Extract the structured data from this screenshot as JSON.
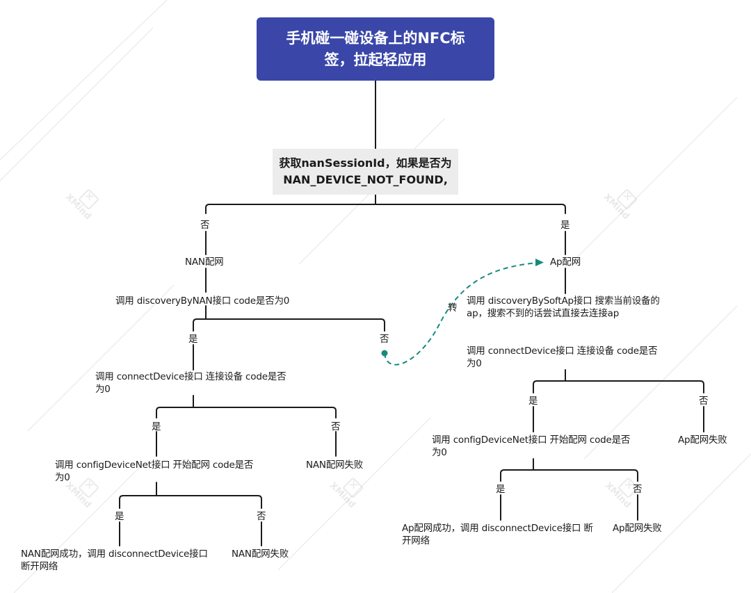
{
  "root": {
    "text": "手机碰一碰设备上的NFC标\n签，拉起轻应用"
  },
  "question": {
    "text": "获取nanSessionId，如果是否为\nNAN_DEVICE_NOT_FOUND,"
  },
  "left": {
    "branch_label": "否",
    "title": "NAN配网",
    "check": "调用 discoveryByNAN接口 code是否为0",
    "yes": "是",
    "no": "否",
    "connect": "调用 connectDevice接口 连接设备  code是否\n为0",
    "connect_yes": "是",
    "connect_no": "否",
    "config": "调用 configDeviceNet接口 开始配网 code是否\n为0",
    "fail1": "NAN配网失败",
    "config_yes": "是",
    "config_no": "否",
    "success": "NAN配网成功，调用 disconnectDevice接口\n断开网络",
    "fail2": "NAN配网失败"
  },
  "right": {
    "branch_label": "是",
    "title": "Ap配网",
    "discover": "调用 discoveryBySoftAp接口 搜索当前设备的\nap，搜索不到的话尝试直接去连接ap",
    "connect": "调用 connectDevice接口 连接设备  code是否\n为0",
    "connect_yes": "是",
    "connect_no": "否",
    "config": "调用 configDeviceNet接口 开始配网 code是否\n为0",
    "fail1": "Ap配网失败",
    "config_yes": "是",
    "config_no": "否",
    "success": "Ap配网成功，调用 disconnectDevice接口 断\n开网络",
    "fail2": "Ap配网失败"
  },
  "transfer_label": "转",
  "watermark": "XMind",
  "colors": {
    "root_bg": "#3a47a8",
    "question_bg": "#ececec",
    "line": "#1a1a1a",
    "transfer": "#178a7c"
  }
}
